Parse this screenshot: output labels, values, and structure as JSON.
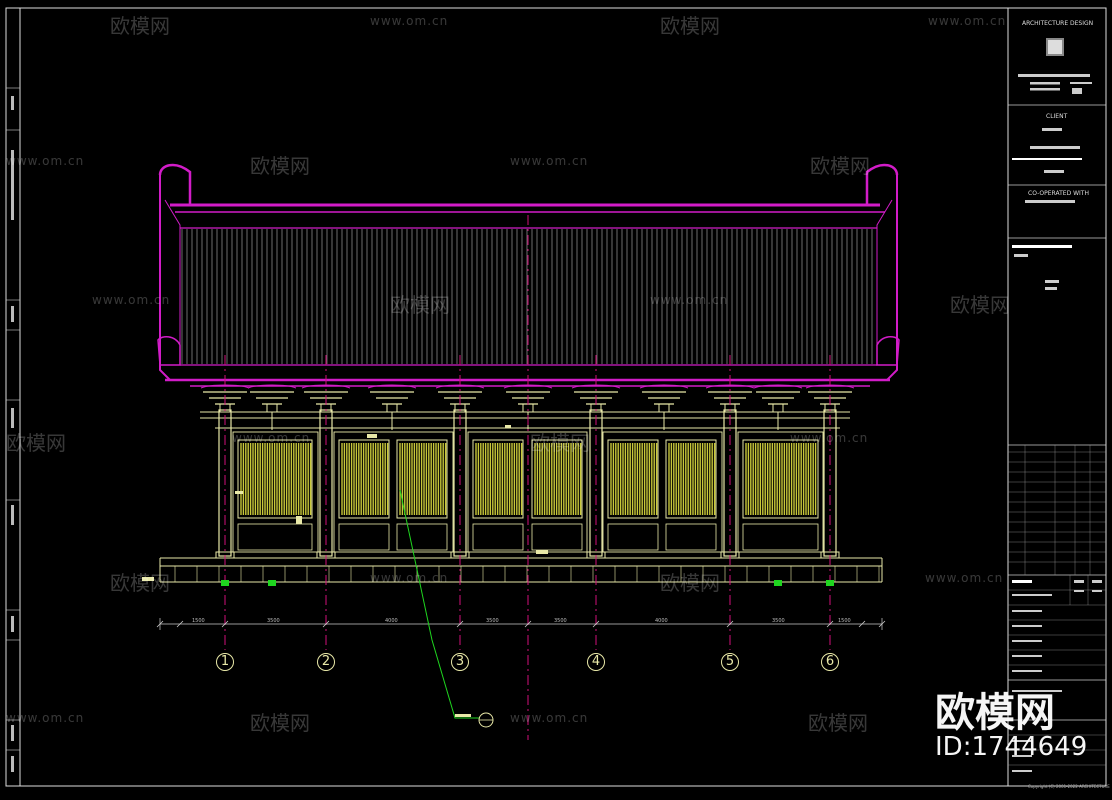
{
  "title_block": {
    "architecture_design": "ARCHITECTURE DESIGN",
    "client": "CLIENT",
    "cooperated_with": "CO-OPERATED WITH"
  },
  "axes": [
    "1",
    "2",
    "3",
    "4",
    "5",
    "6"
  ],
  "dimensions": [
    "1500",
    "3500",
    "4000",
    "3500",
    "3500",
    "4000",
    "3500",
    "1500"
  ],
  "watermark": {
    "brand": "欧模网",
    "url": "www.om.cn",
    "id": "ID:1744649"
  },
  "copyright": "Copyright (C) 2001-2022 ARCHITECTURE",
  "colors": {
    "roof": "#d21cc8",
    "structure": "#e9e9a8",
    "panel": "#c8c83a",
    "axis": "#d0107a",
    "leader": "#1fd61f",
    "frame": "#ffffff"
  }
}
